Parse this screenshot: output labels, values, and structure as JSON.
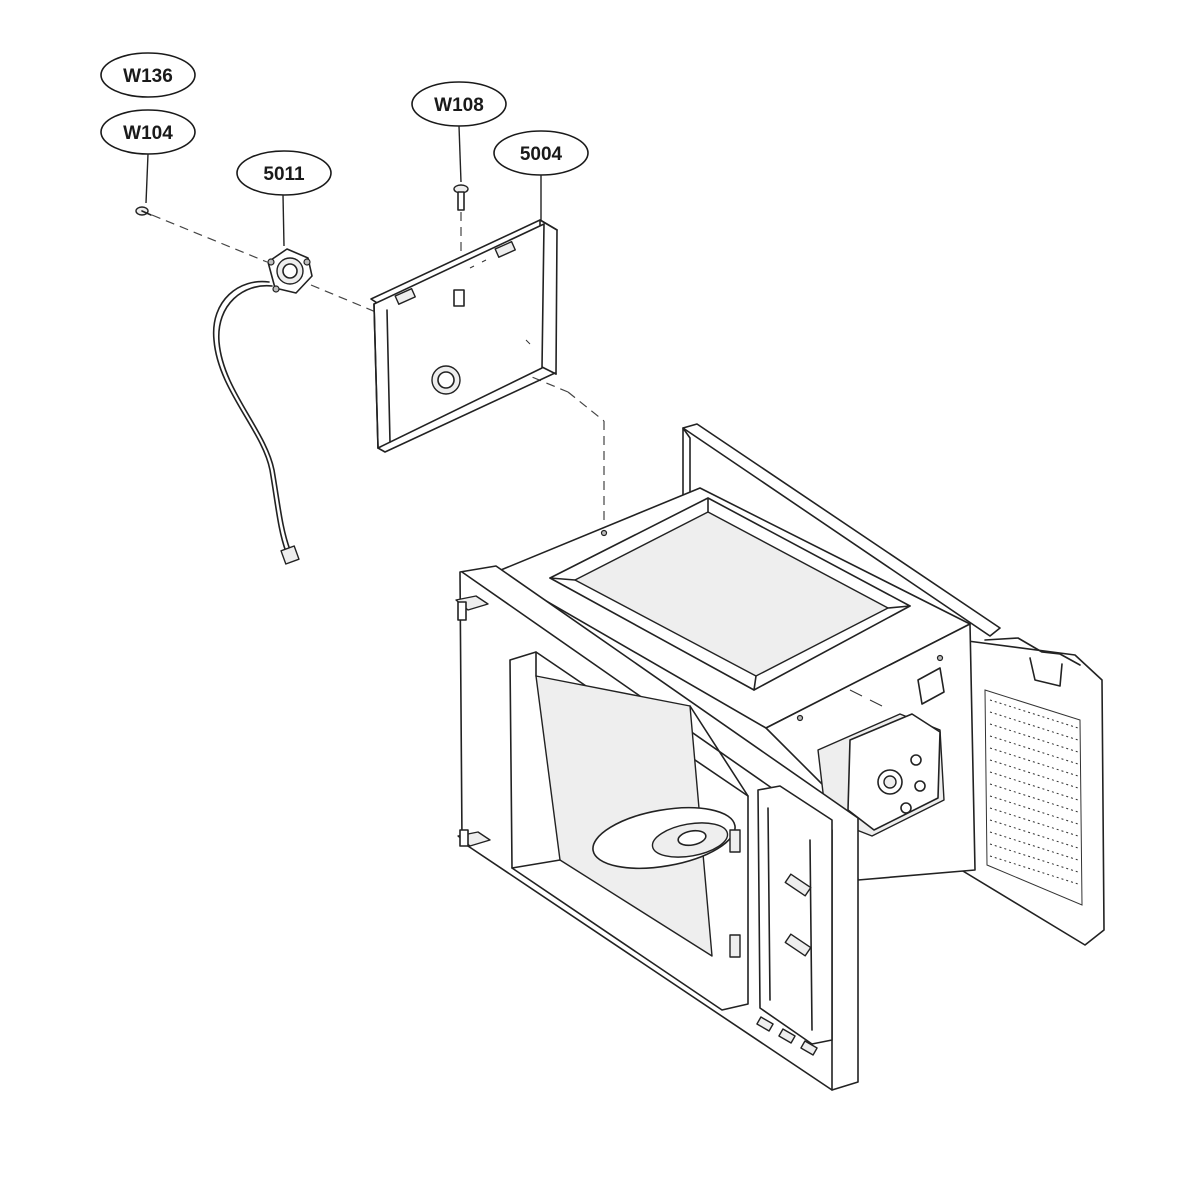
{
  "callouts": [
    {
      "id": "w136",
      "label": "W136"
    },
    {
      "id": "w104",
      "label": "W104"
    },
    {
      "id": "w108",
      "label": "W108"
    },
    {
      "id": "n5011",
      "label": "5011"
    },
    {
      "id": "n5004",
      "label": "5004"
    }
  ]
}
